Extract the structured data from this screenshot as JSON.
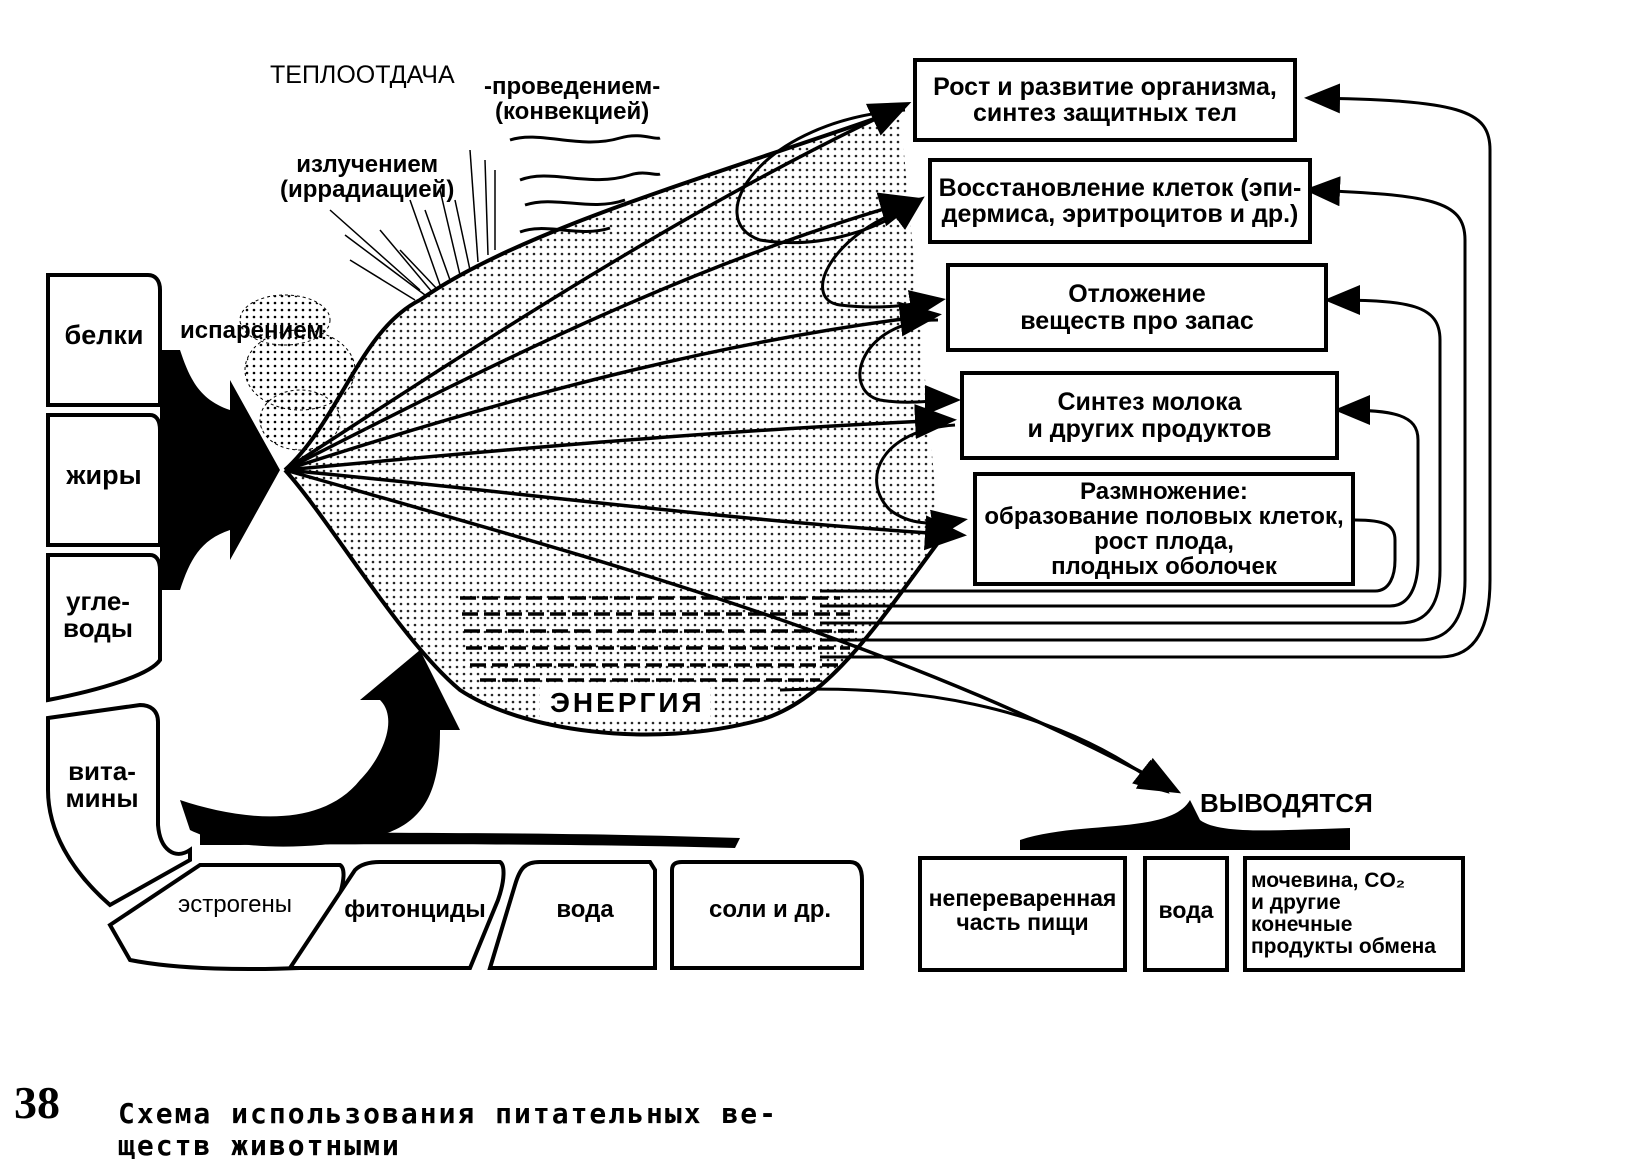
{
  "heat_loss": {
    "title": "ТЕПЛООТДАЧА",
    "conduction": "-проведением-\n(конвекцией)",
    "radiation": "излучением\n(иррадиацией)",
    "evaporation": "испарением"
  },
  "nutrients": [
    "белки",
    "жиры",
    "угле-\nводы",
    "вита-\nмины"
  ],
  "bottom_inputs": [
    "эстрогены",
    "фитонциды",
    "вода",
    "соли и др."
  ],
  "outcomes": [
    "Рост и развитие организма,\nсинтез защитных тел",
    "Восстановление клеток  (эпи-\nдермиса, эритроцитов и др.)",
    "Отложение\nвеществ про запас",
    "Синтез молока\nи других продуктов",
    "Размножение:\nобразование  половых  клеток,\nрост  плода,\nплодных  оболочек"
  ],
  "energy_label": "ЭНЕРГИЯ",
  "excreted": {
    "label": "ВЫВОДЯТСЯ",
    "items": [
      "непереваренная\nчасть  пищи",
      "вода",
      "мочевина, CO₂\nи другие\nконечные\nпродукты обмена"
    ]
  },
  "caption": {
    "number": "38",
    "text": "Схема использования питательных ве-\nществ животными"
  },
  "colors": {
    "ink": "#000000",
    "paper": "#ffffff"
  }
}
